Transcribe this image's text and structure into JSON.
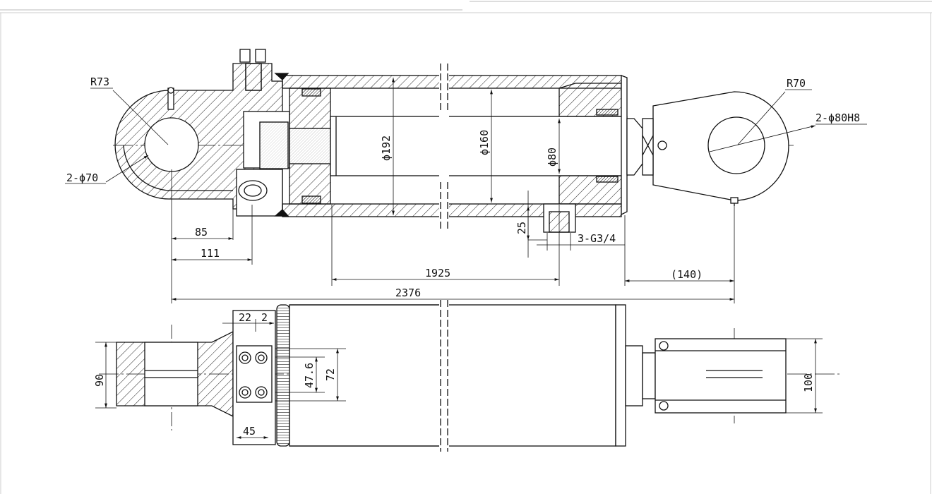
{
  "drawing": {
    "radius_left": "R73",
    "radius_right": "R70",
    "bore_left": "2-ϕ70",
    "bore_right": "2-ϕ80H8",
    "dia_192": "ϕ192",
    "dia_160": "ϕ160",
    "dia_80": "ϕ80",
    "dim_25": "25",
    "ports": "3-G3/4",
    "dim_85": "85",
    "dim_111": "111",
    "dim_1925": "1925",
    "dim_140": "(140)",
    "dim_2376": "2376",
    "dim_22": "22",
    "dim_2": "2",
    "dim_90": "90",
    "dim_47_6": "47.6",
    "dim_72": "72",
    "dim_45": "45",
    "dim_100": "100"
  }
}
